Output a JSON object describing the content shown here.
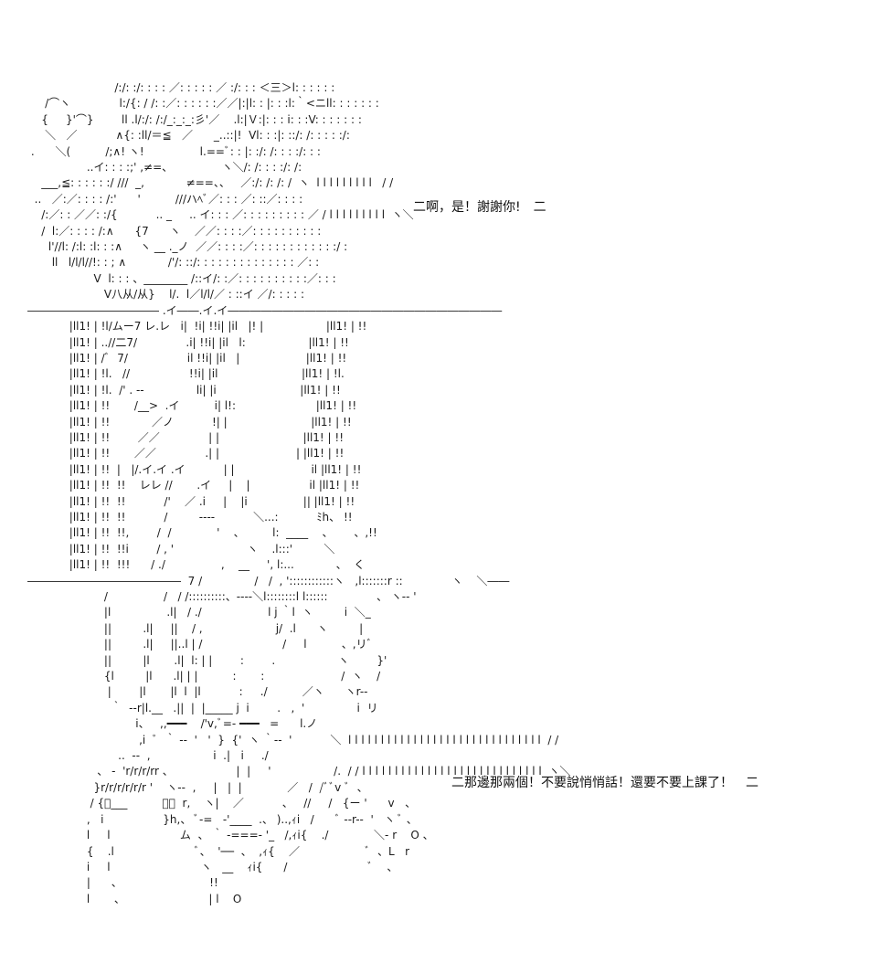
{
  "dialogue": [
    {
      "text": "二啊，是！謝謝你!　二"
    },
    {
      "text": "二那邊那兩個！不要說悄悄話！還要不要上課了！　二"
    }
  ],
  "ascii_art": "                         /:/: :/: : : : ／: : : : : ／ :/: : : ＜三＞l: : : : : :\n     /⌒ヽ              l:/{: / /: :／: : : : : :／／|:|l: : |: : :l:｀<ニll: : : : : : :\n    {     }'⌒}        ll .l/:/: /:/_:_:_:彡'／    .l:|Ｖ:|: : : i: : :V: : : : : : :\n     ＼   ／           ∧{: :ll/＝≦   ／      _..::|!  Vl: : :|: ::/: /: : : : :/:\n .      ＼(          /;∧! ヽ!                l.==ﾞ: : |: :/: /: : : :/: : :\n                 ..イ: : : :;' ,≠=、              ヽ＼/: /: : : :/: /:\n    ___,≦: : : : : :/ ///  _,            ≠==、、   ／:/: /: /: /  ヽ  l l l l l l l l l   / /\n  ..   ／:／: : : : /:'      '          ///ハﾍﾞ／: : : ／: ::／: : : :\n    /:／: : ／／: :/{           .. _     .. イ: : : ／: : : : : : : : : ／ / l l l l l l l l l  ヽ＼\n    /  l:／: : : : /:∧      {7      ヽ    ／／: : : :／: : : : : : : : : :\n      l'//l: /:l: :l: : :∧     ヽ __ ._ノ  ／／: : : :／: : : : : : : : : : : :/ :\n       ll   l/l/l//!: : ; ∧            /'/: ::/: : : : : : : : : : : : : : ／: :\n                   V  l: : : 、________ /::イ/: :／: : : : : : : : : :／: : :\n                      V八从/从}    l/.  l／l/l/／ : ::イ ／/: : : : :\n―――――――――――― .イ――.イ.イ―――――――――――――――――――――――――\n            |ll1! | !l/ムー7 レ.レ   i|  !i| !!i| |il   |! |                  |ll1! | !!\n            |ll1! | ..//二7/              .i| !!i| |il   l:                  |ll1! | !!\n            |ll1! | /ﾞ  7/                 il !!i| |il   |                   |ll1! | !!\n            |ll1! | !l.   //                 !!i| |il                        |ll1! | !l.\n            |ll1! | !l.  /' . --               li| |i                        |ll1! | !!\n            |ll1! | !!       /__>  .イ          i| l!:                       |ll1! | !!\n            |ll1! | !!            ／ノ           !| |                        |ll1! | !!\n            |ll1! | !!        ／／              | |                        |ll1! | !!\n            |ll1! | !!       ／／              .| |                      | |ll1! | !!\n            |ll1! | !!  |   |/.イ.イ .イ           | |                      il |ll1! | !!\n            |ll1! | !!  !!    レレ //       .イ     |    |                 il |ll1! | !!\n            |ll1! | !!  !!           /'    ／ .i     |    |i                || |ll1! | !!\n            |ll1! | !!  !!           /         ----           ＼...:           ﾐh、 !!\n            |ll1! | !!  !!,        /  /             '    、        l:  ____    、      、,!!\n            |ll1! | !!  !!i        / , '                     ヽ    .l:::'         ＼\n            |ll1! | !!  !!!      / ./                ,    __     ', l:...            、  く\n――――――――――――――  7 /               /   /  , '::::::::::::ヽ   ,l:::::::r ::              ヽ    ＼――\n                      /                /   / /::::::::::、----＼l::::::::l l::::::              、 ヽ-- '\n                      |l                .l|   / ./                   l j ｀l  ヽ         i  ＼_\n                      ||         .l|     ||    / ,                     j/  .l      ヽ         |\n                      ||         .l|     ||..l | /                       /     l          、,リﾞ\n                      ||         |l       .l|  l: | |        :        .                  ヽ        }'\n                      {l         |l      .l| | |          :       :                      /  ヽ    /\n                       |        |l       |l  l  |l           :     ./          ／ヽ      ヽr--\n                        ｀  --r|l.__   .||  |  |_____ j  i        .   ,  '               i  リ\n                               i、   ,,━━━    /'v,ﾞ=- ━━━   =      l.ノ\n                                ,i  ﾞ  ｀ --  '   '  }  {'  ヽ ｀--  '           ＼  l l l l l l l l l l l l l l l l l l l l l l l l l l l l l l  / /\n                          ..  --  ,                  i  .|   i     ./\n                    、 -  'r/r/r/rr 、                  |  |     '                  /.  / / l l l l l l l l l l l l l l l l l l l l l l l l l l l l  ヽ＼\n                   }r/r/r/r/r/r '    ヽ--  ,     |   |  |             ／   /  /ﾞﾞv ﾞ  、\n                  / {ﾞ___          ﾞ、  r,    ヽ|    ／           、   //     /   {ー '      v   、\n                 ,   i                 }h,、 ﾞ-=   -'____  .、 )..,ｨi   /      ﾞ --r--  '   ヽ ﾞ 、\n                 l     l                    ム  、 ｀ -===- '_   /,ｨi{    ./             ＼- r    O 、\n                 {    .l                       ﾞ、  '──  、  ,ｨ{    ／                   ﾞ  、L   r\n                 i     l                          ヽ   __    ｨi{      /                       ﾞ    、\n                 |      、                         !!\n                 l       、                        | l    O"
}
